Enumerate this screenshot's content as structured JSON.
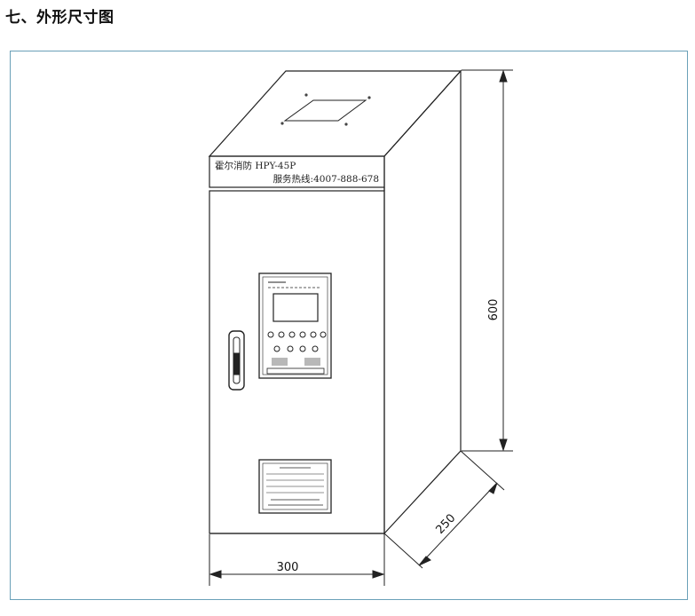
{
  "section_heading": "七、外形尺寸图",
  "drawing": {
    "top_label_left": "霍尔消防 HPY-45P",
    "top_label_right": "服务热线:4007-888-678",
    "dimensions": {
      "height": "600",
      "width": "300",
      "depth": "250"
    }
  }
}
